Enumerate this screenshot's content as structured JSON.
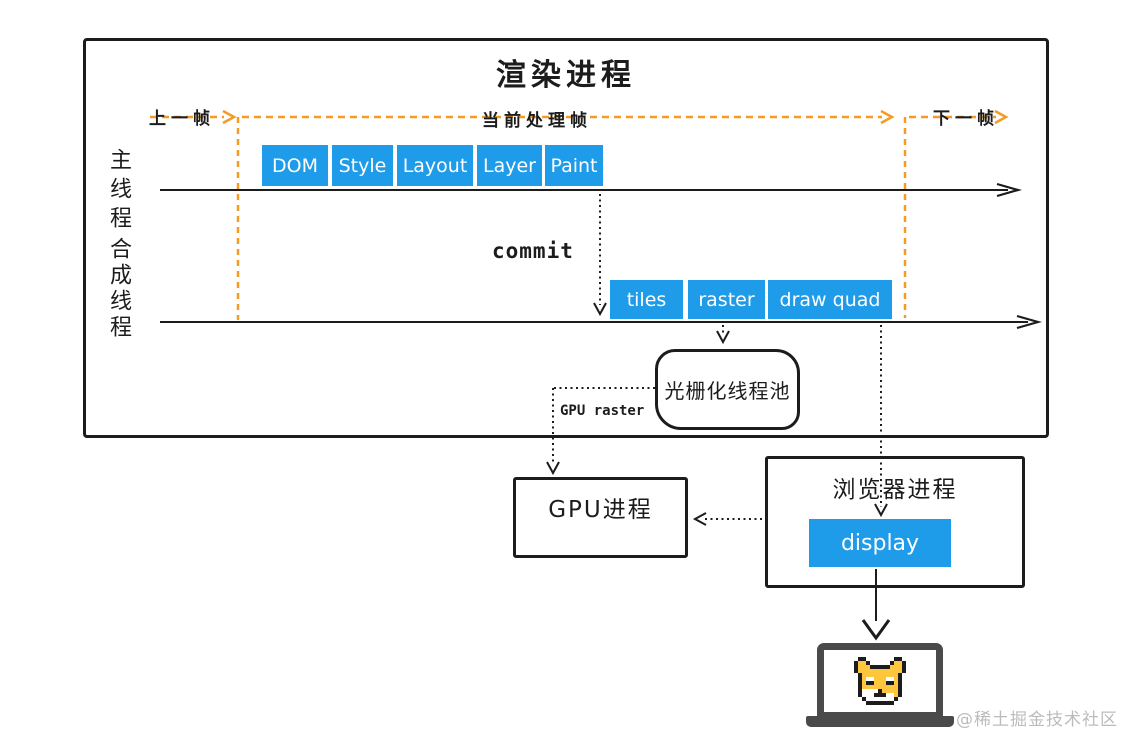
{
  "colors": {
    "accent_blue": "#1e9be9",
    "accent_orange": "#f59a23",
    "ink": "#1c1c1c",
    "laptop_gray": "#4a4a4a",
    "shiba_yellow": "#fdc63d",
    "watermark_gray": "#bcbcbc"
  },
  "render_process": {
    "title": "渲染进程",
    "frames": {
      "prev": "上一帧",
      "current": "当前处理帧",
      "next": "下一帧"
    },
    "threads": {
      "main": {
        "label": "主线程",
        "stages": [
          "DOM",
          "Style",
          "Layout",
          "Layer",
          "Paint"
        ]
      },
      "compositor": {
        "label": "合成线程",
        "stages": [
          "tiles",
          "raster",
          "draw quad"
        ]
      }
    },
    "commit_label": "commit",
    "raster_pool_label": "光栅化线程池",
    "gpu_raster_label": "GPU raster"
  },
  "gpu_process": {
    "title": "GPU进程"
  },
  "browser_process": {
    "title": "浏览器进程",
    "display_label": "display"
  },
  "icons": {
    "laptop": "laptop-icon",
    "shiba": "pixel-shiba-dog-icon"
  },
  "watermark": "@稀土掘金技术社区"
}
